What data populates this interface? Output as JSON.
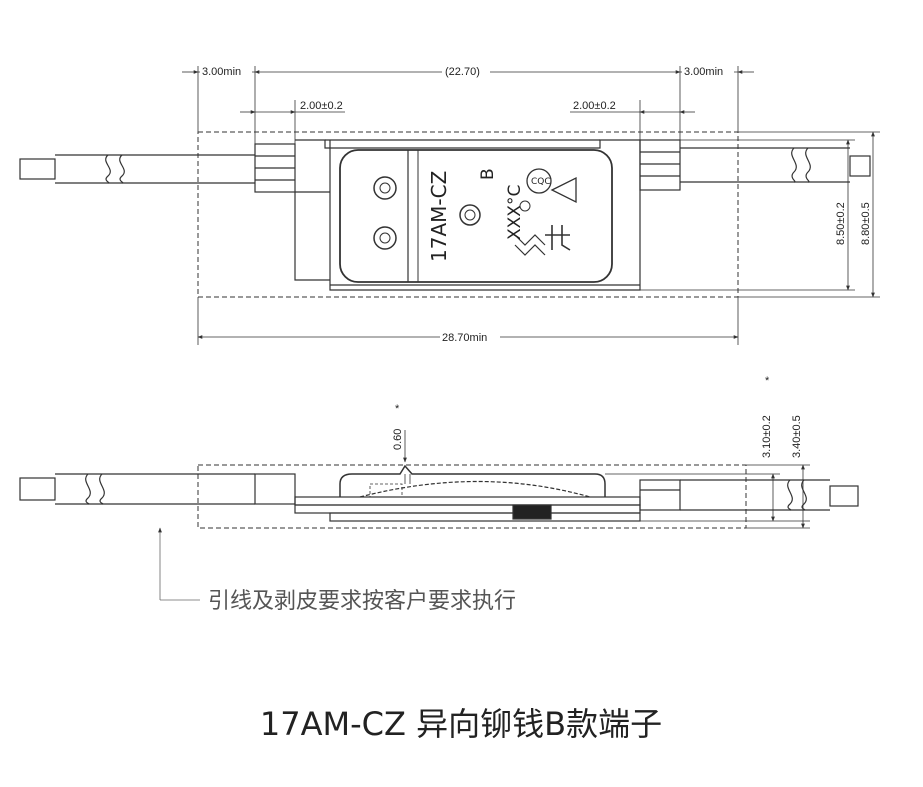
{
  "top_view": {
    "dimensions": {
      "left_strip": "3.00min",
      "body_length": "(22.70)",
      "right_strip": "3.00min",
      "left_clip": "2.00±0.2",
      "right_clip": "2.00±0.2",
      "total_length": "28.70min",
      "body_width": "8.50±0.2",
      "overall_width": "8.80±0.5"
    },
    "marking": {
      "model": "17AM-CZ",
      "variant": "B",
      "temperature": "XXX°C",
      "cert_cqc": "CQC"
    }
  },
  "side_view": {
    "dimensions": {
      "tab_thickness": "0.60",
      "body_height": "3.10±0.2",
      "overall_height": "3.40±0.5"
    },
    "asterisk": "*"
  },
  "note": "引线及剥皮要求按客户要求执行",
  "caption": "17AM-CZ 异向铆钱B款端子"
}
